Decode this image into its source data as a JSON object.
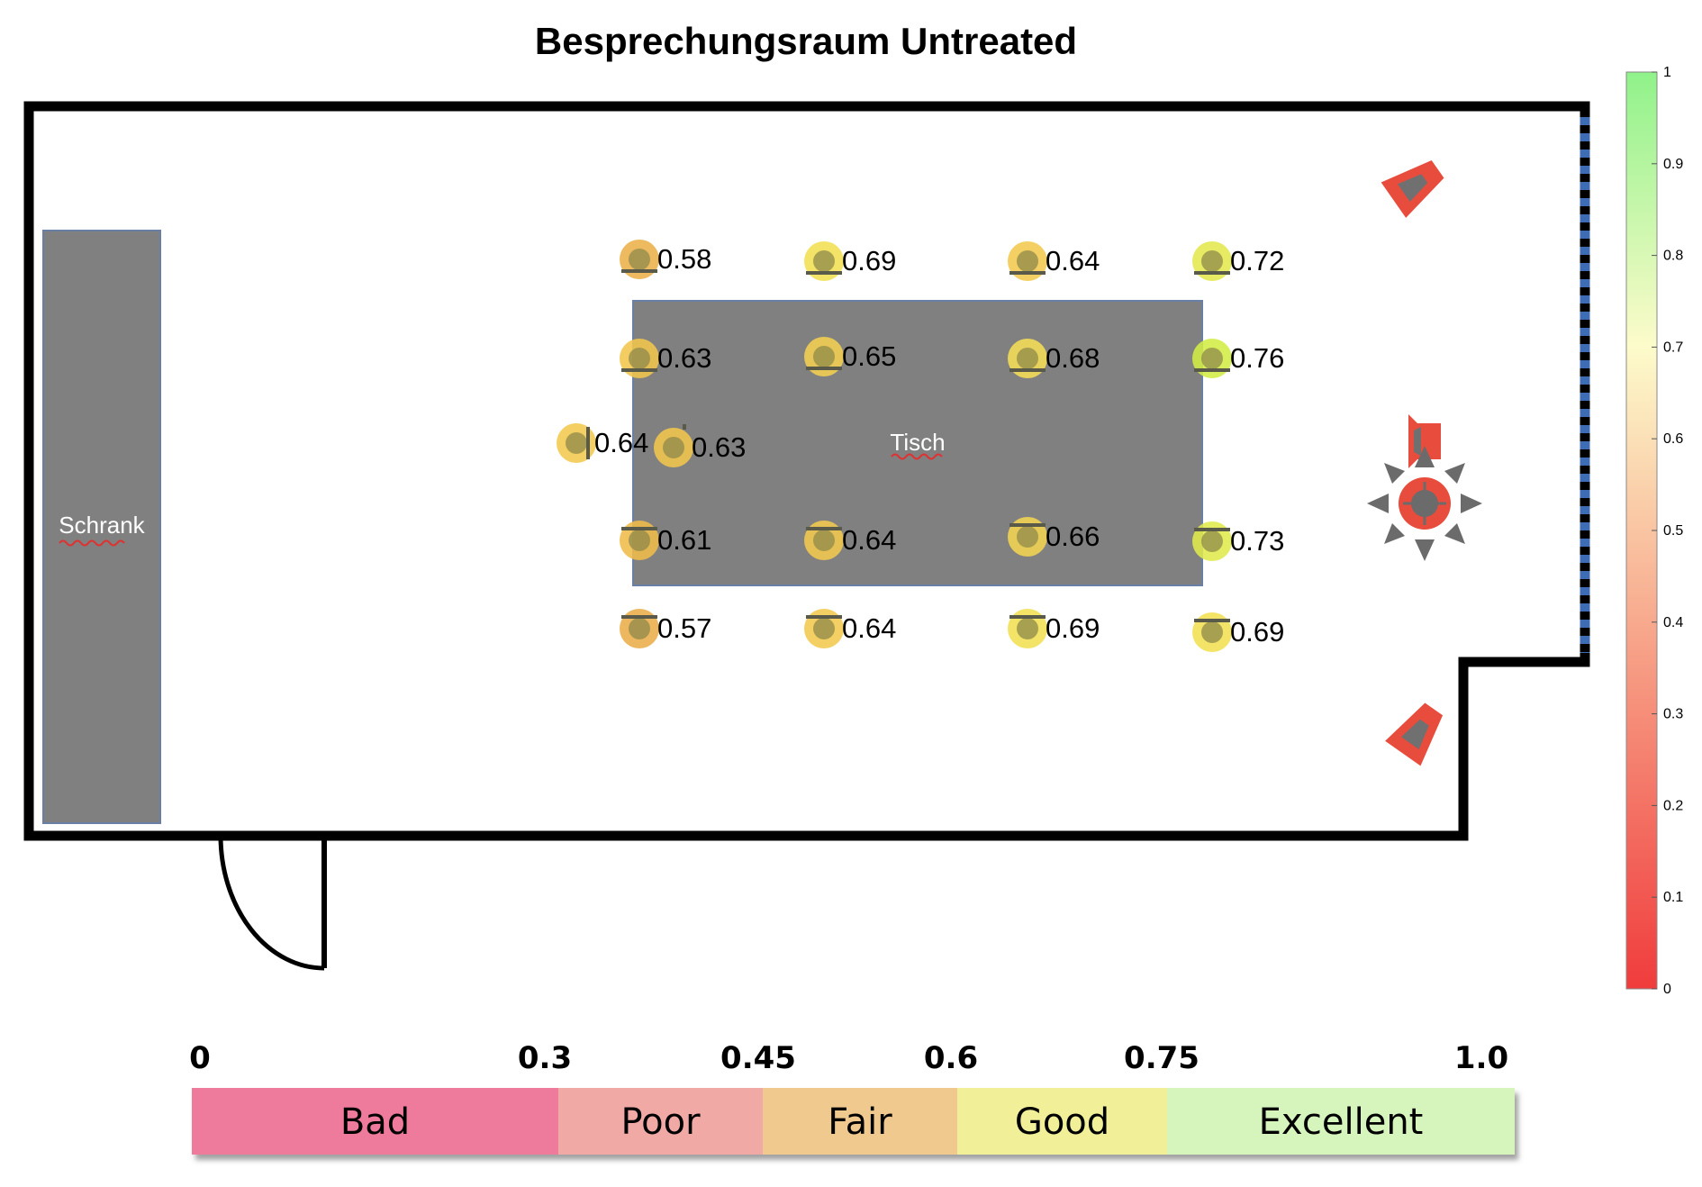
{
  "title": "Besprechungsraum Untreated",
  "objects": {
    "cabinet": "Schrank",
    "table": "Tisch"
  },
  "measurements": [
    {
      "id": "r1c1",
      "value": 0.58
    },
    {
      "id": "r1c2",
      "value": 0.69
    },
    {
      "id": "r1c3",
      "value": 0.64
    },
    {
      "id": "r1c4",
      "value": 0.72
    },
    {
      "id": "r2c1",
      "value": 0.63
    },
    {
      "id": "r2c2",
      "value": 0.65
    },
    {
      "id": "r2c3",
      "value": 0.68
    },
    {
      "id": "r2c4",
      "value": 0.76
    },
    {
      "id": "r3c0",
      "value": 0.64
    },
    {
      "id": "r3c1",
      "value": 0.63
    },
    {
      "id": "r4c1",
      "value": 0.61
    },
    {
      "id": "r4c2",
      "value": 0.64
    },
    {
      "id": "r4c3",
      "value": 0.66
    },
    {
      "id": "r4c4",
      "value": 0.73
    },
    {
      "id": "r5c1",
      "value": 0.57
    },
    {
      "id": "r5c2",
      "value": 0.64
    },
    {
      "id": "r5c3",
      "value": 0.69
    },
    {
      "id": "r5c4",
      "value": 0.69
    }
  ],
  "colorbar": {
    "min": 0,
    "max": 1,
    "ticks": [
      "0",
      "0.1",
      "0.2",
      "0.3",
      "0.4",
      "0.5",
      "0.6",
      "0.7",
      "0.8",
      "0.9",
      "1"
    ],
    "low_color": "#f03c3c",
    "mid_color": "#fdfbcb",
    "high_color": "#90f28a"
  },
  "rating_scale": {
    "bounds": [
      "0",
      "0.3",
      "0.45",
      "0.6",
      "0.75",
      "1.0"
    ],
    "bands": [
      {
        "label": "Bad",
        "from": 0,
        "to": 0.3,
        "color": "#ee7a9c"
      },
      {
        "label": "Poor",
        "from": 0.3,
        "to": 0.45,
        "color": "#f1a9a5"
      },
      {
        "label": "Fair",
        "from": 0.45,
        "to": 0.6,
        "color": "#f0c98f"
      },
      {
        "label": "Good",
        "from": 0.6,
        "to": 0.75,
        "color": "#f1ef98"
      },
      {
        "label": "Excellent",
        "from": 0.75,
        "to": 1.0,
        "color": "#d5f5bd"
      }
    ]
  },
  "colors": {
    "wall": "#000000",
    "furniture": "#808080",
    "speaker": "#e84c3d",
    "window": "#3f6db5"
  },
  "icons": [
    "speaker-icon",
    "omni-source-icon",
    "microphone-icon"
  ]
}
